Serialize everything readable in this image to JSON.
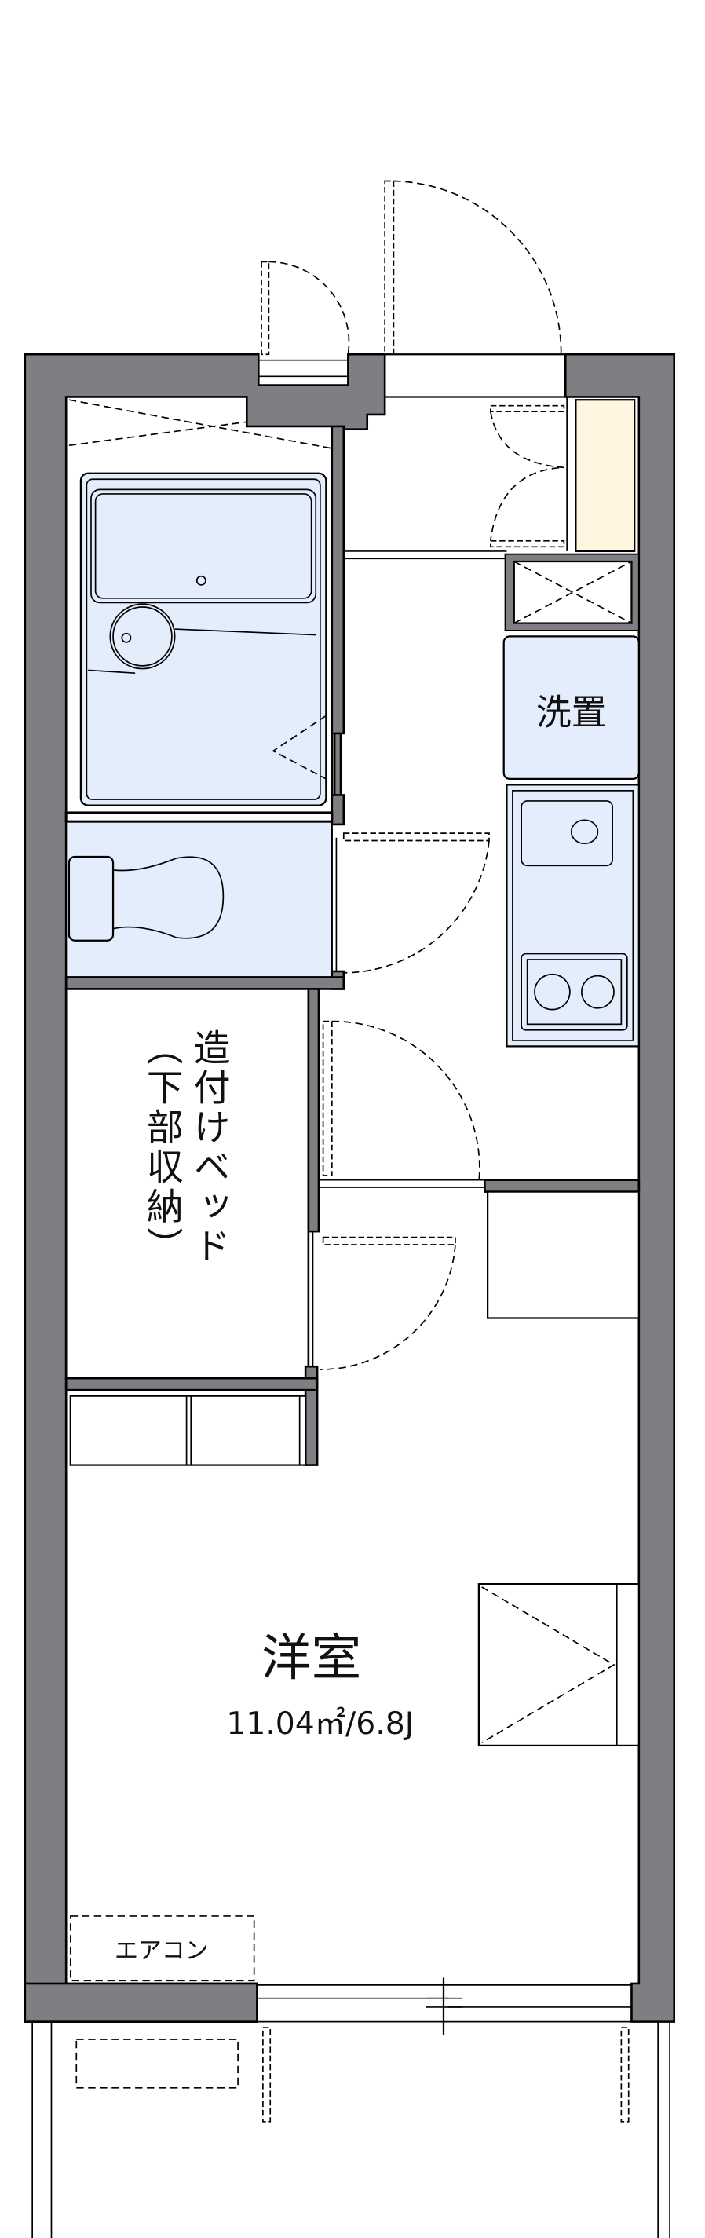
{
  "floorplan": {
    "room_name": "洋室",
    "room_area": "11.04㎡/6.8J",
    "washer_label": "洗置",
    "built_in_bed_label": "造付けベッド",
    "built_in_bed_sub_label": "（下部収納）",
    "aircon_label": "エアコン"
  },
  "colors": {
    "wall": "#7e7e83",
    "wet_area": "#e3edfb",
    "shoe_box": "#fff5e1"
  }
}
